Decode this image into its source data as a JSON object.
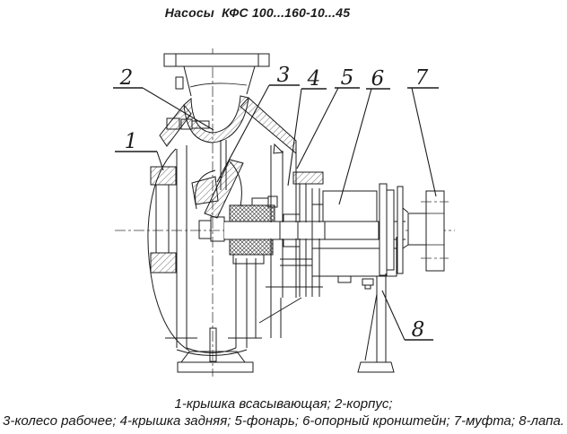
{
  "title": "Насосы  КФС 100...160-10...45",
  "legend": {
    "line1": "1-крышка всасывающая; 2-корпус;",
    "line2": "3-колесо рабочее; 4-крышка задняя; 5-фонарь; 6-опорный кронштейн; 7-муфта; 8-лапа."
  },
  "callouts": [
    {
      "num": "1",
      "part": "крышка всасывающая"
    },
    {
      "num": "2",
      "part": "корпус"
    },
    {
      "num": "3",
      "part": "колесо рабочее"
    },
    {
      "num": "4",
      "part": "крышка задняя"
    },
    {
      "num": "5",
      "part": "фонарь"
    },
    {
      "num": "6",
      "part": "опорный кронштейн"
    },
    {
      "num": "7",
      "part": "муфта"
    },
    {
      "num": "8",
      "part": "лапа"
    }
  ],
  "colors": {
    "ink": "#1c1c1c",
    "paper": "#ffffff"
  }
}
